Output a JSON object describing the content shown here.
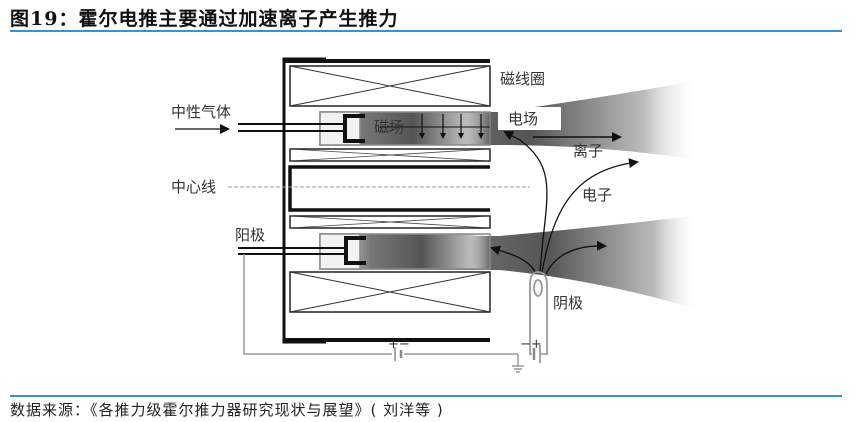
{
  "figure": {
    "title": "图19：霍尔电推主要通过加速离子产生推力",
    "source": "数据来源：《各推力级霍尔推力器研究现状与展望》( 刘洋等 )"
  },
  "diagram": {
    "labels": {
      "coil": "磁线圈",
      "neutral_gas": "中性气体",
      "magnetic_field": "磁场",
      "electric_field": "电场",
      "ions": "离子",
      "centerline": "中心线",
      "electrons": "电子",
      "anode": "阳极",
      "cathode": "阴极",
      "battery_left_polarity": "+−",
      "battery_right_polarity": "−+"
    },
    "colors": {
      "accent_rule": "#3b8fd4",
      "plume": "#555555",
      "wire": "#999999",
      "structure": "#111111"
    }
  }
}
